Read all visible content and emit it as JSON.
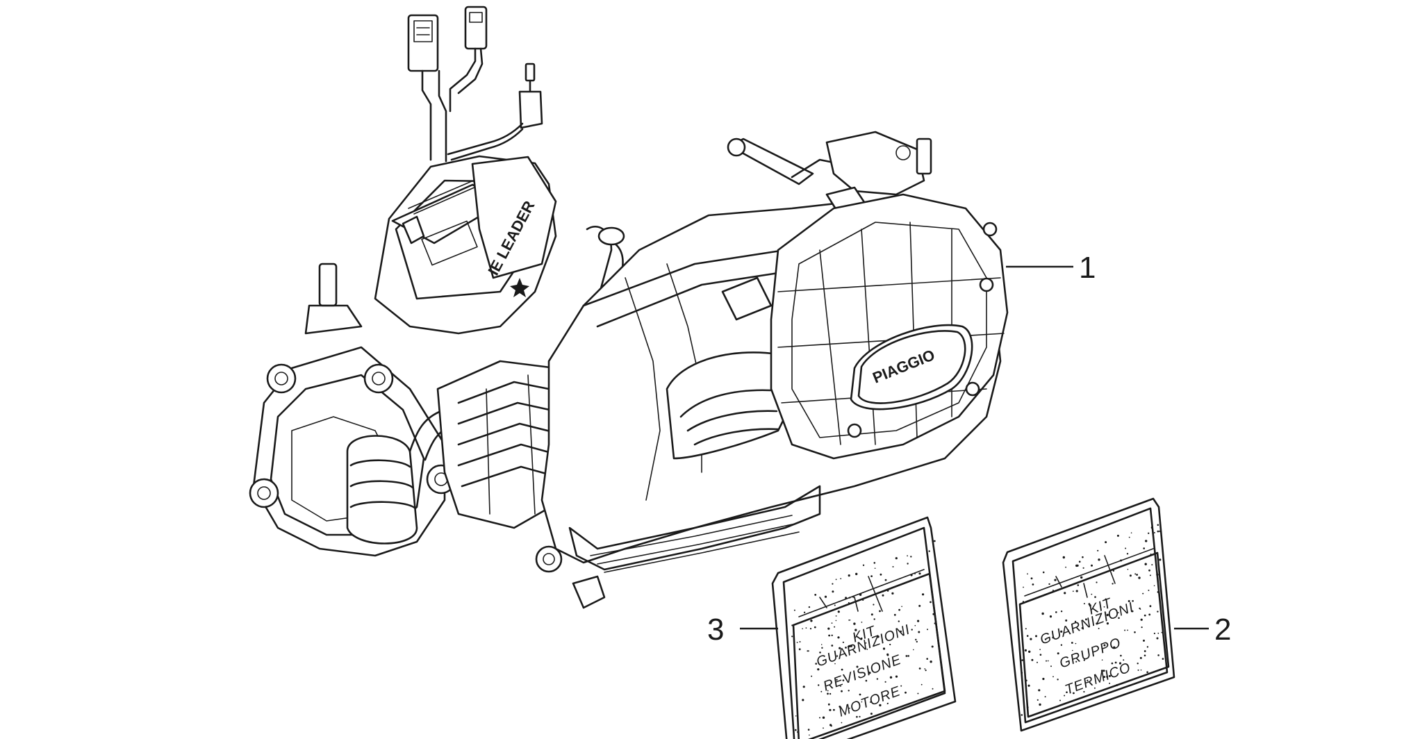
{
  "callouts": [
    {
      "id": "1",
      "label": "1"
    },
    {
      "id": "2",
      "label": "2"
    },
    {
      "id": "3",
      "label": "3"
    }
  ],
  "bags": {
    "bag_3": {
      "lines": [
        "KIT",
        "GUARNIZIONI",
        "REVISIONE",
        "MOTORE"
      ]
    },
    "bag_2": {
      "lines": [
        "KIT",
        "GUARNIZIONI",
        "GRUPPO",
        "TERMICO"
      ]
    }
  },
  "engine_logos": {
    "cover_brand": "PIAGGIO",
    "cylinder_brand": "IE LEADER"
  },
  "colors": {
    "line": "#1a1a1a",
    "background": "#ffffff"
  }
}
